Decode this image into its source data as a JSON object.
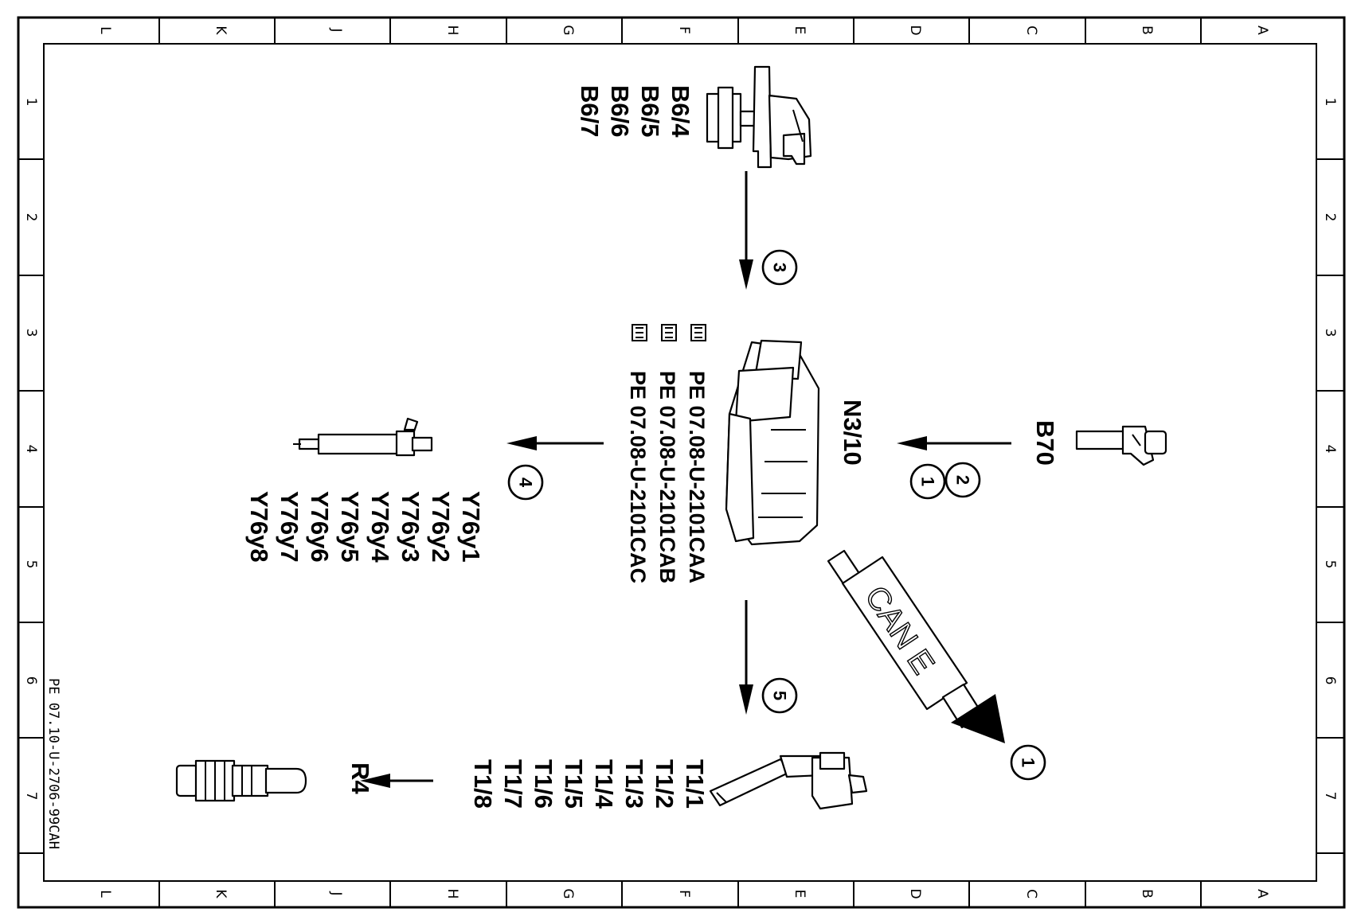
{
  "grid": {
    "column_letters": [
      "L",
      "K",
      "J",
      "H",
      "G",
      "F",
      "E",
      "D",
      "C",
      "B",
      "A"
    ],
    "row_numbers": [
      "1",
      "2",
      "3",
      "4",
      "5",
      "6",
      "7"
    ]
  },
  "document_id": "PE 07.10-U-2706-99CAH",
  "components": {
    "b6": {
      "labels": [
        "B6/4",
        "B6/5",
        "B6/6",
        "B6/7"
      ]
    },
    "n3": {
      "label": "N3/10"
    },
    "b70": {
      "label": "B70"
    },
    "y76": {
      "labels": [
        "Y76y1",
        "Y76y2",
        "Y76y3",
        "Y76y4",
        "Y76y5",
        "Y76y6",
        "Y76y7",
        "Y76y8"
      ]
    },
    "t1": {
      "labels": [
        "T1/1",
        "T1/2",
        "T1/3",
        "T1/4",
        "T1/5",
        "T1/6",
        "T1/7",
        "T1/8"
      ]
    },
    "r4": {
      "label": "R4"
    },
    "can": {
      "label": "CAN E"
    }
  },
  "references": [
    "PE 07.08-U-2101CAA",
    "PE 07.08-U-2101CAB",
    "PE 07.08-U-2101CAC"
  ],
  "callouts": {
    "c1a": "1",
    "c2": "2",
    "c3": "3",
    "c4": "4",
    "c5": "5",
    "c1b": "1"
  }
}
